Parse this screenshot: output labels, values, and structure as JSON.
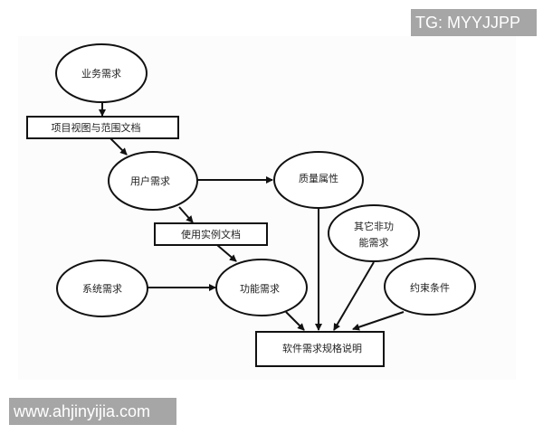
{
  "watermarks": {
    "top_right": "TG: MYYJJPP",
    "bottom_left": "www.ahjinyijia.com"
  },
  "nodes": {
    "business": "业务需求",
    "vision_doc": "项目视图与范围文档",
    "user": "用户需求",
    "quality": "质量属性",
    "use_case_doc": "使用实例文档",
    "other_nonfunc": [
      "其它非功",
      "能需求"
    ],
    "system": "系统需求",
    "functional": "功能需求",
    "constraints": "约束条件",
    "srs": "软件需求规格说明"
  }
}
